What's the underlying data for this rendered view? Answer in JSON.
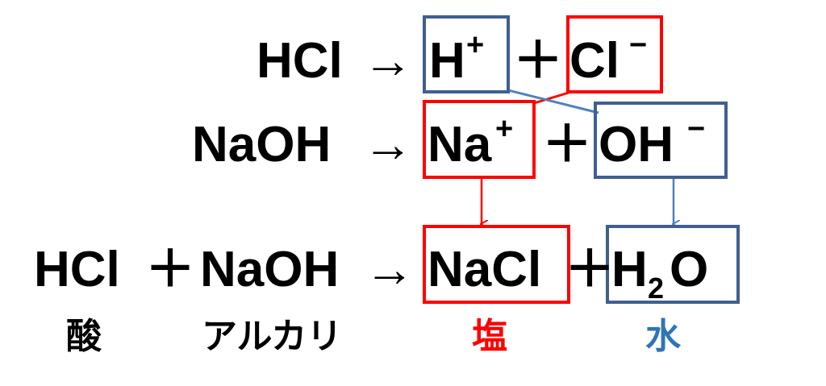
{
  "colors": {
    "red": "#ff0000",
    "blue": "#3f5f8f",
    "arrow_blue": "#4f81bd",
    "black": "#000000"
  },
  "row1": {
    "lhs": "HCl",
    "arrow": "→",
    "ion1": "H",
    "ion1_charge": "+",
    "plus": "＋",
    "ion2": "Cl",
    "ion2_charge": "−"
  },
  "row2": {
    "lhs": "NaOH",
    "arrow": "→",
    "ion1": "Na",
    "ion1_charge": "+",
    "plus": "＋",
    "ion2": "OH",
    "ion2_charge": "−"
  },
  "row3": {
    "reactant1": "HCl",
    "plus1": "＋",
    "reactant2": "NaOH",
    "arrow": "→",
    "product1": "NaCl",
    "plus2": "＋",
    "product2_a": "H",
    "product2_sub": "2",
    "product2_b": "O"
  },
  "labels": {
    "acid": "酸",
    "alkali": "アルカリ",
    "salt": "塩",
    "water": "水"
  }
}
